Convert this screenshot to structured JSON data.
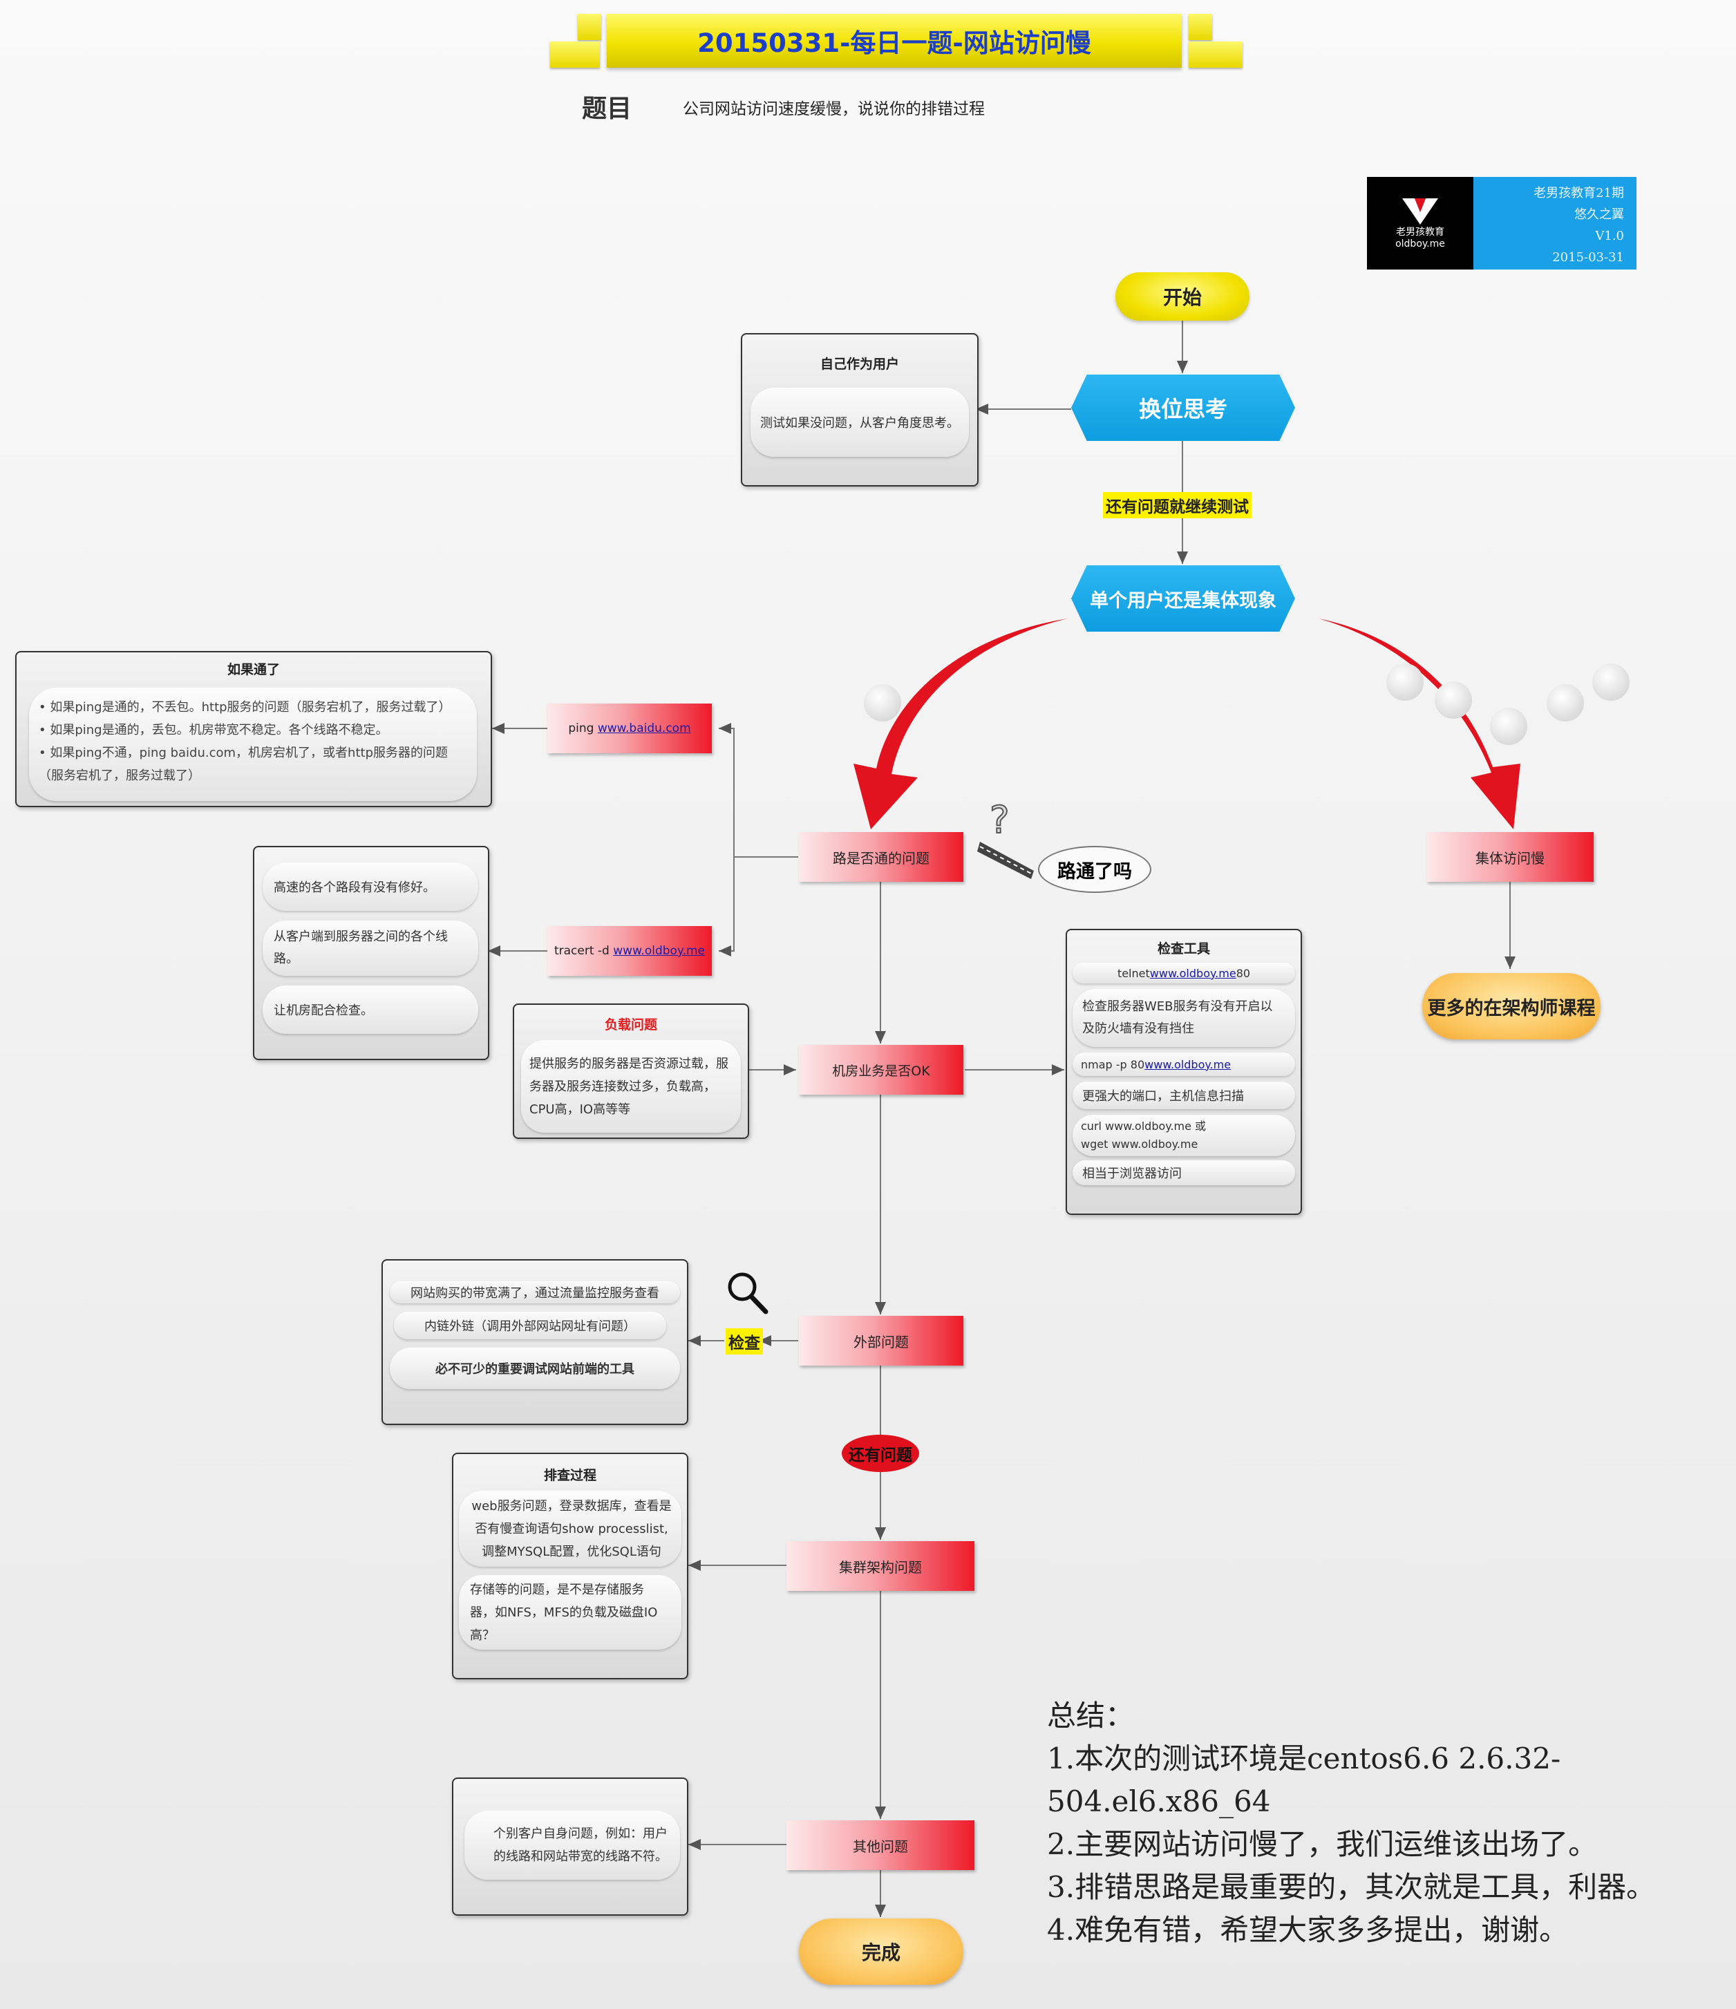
{
  "title": "20150331-每日一题-网站访问慢",
  "question": {
    "label": "题目",
    "text": "公司网站访问速度缓慢，说说你的排错过程"
  },
  "logo": {
    "brand_cn": "老男孩教育",
    "brand_en": "oldboy.me",
    "info": [
      "老男孩教育21期",
      "悠久之翼",
      "V1.0",
      "2015-03-31"
    ]
  },
  "flow": {
    "start": "开始",
    "swap": "换位思考",
    "continue_label": "还有问题就继续测试",
    "single_or_group": "单个用户还是集体现象",
    "route": "路是否通的问题",
    "route_question": "路通了吗",
    "machine": "机房业务是否OK",
    "external": "外部问题",
    "check_label": "检查",
    "still_problem": "还有问题",
    "cluster": "集群架构问题",
    "other": "其他问题",
    "done": "完成",
    "group_slow": "集体访问慢",
    "more_course": "更多的在架构师课程"
  },
  "self_user": {
    "title": "自己作为用户",
    "text": "测试如果没问题，从客户角度思考。"
  },
  "ping": {
    "prefix": "ping ",
    "link": "www.baidu.com"
  },
  "tracert": {
    "prefix": "tracert -d ",
    "link": "www.oldboy.me"
  },
  "if_ok": {
    "title": "如果通了",
    "lines": [
      "如果ping是通的，不丢包。http服务的问题（服务宕机了，服务过载了）",
      "如果ping是通的，丢包。机房带宽不稳定。各个线路不稳定。",
      "如果ping不通，ping baidu.com，机房宕机了，或者http服务器的问题",
      "（服务宕机了，服务过载了）"
    ]
  },
  "route_notes": [
    "高速的各个路段有没有修好。",
    "从客户端到服务器之间的各个线路。",
    "让机房配合检查。"
  ],
  "load": {
    "title": "负载问题",
    "text": "提供服务的服务器是否资源过载，服务器及服务连接数过多，负载高，CPU高，IO高等等"
  },
  "tools": {
    "title": "检查工具",
    "telnet": {
      "prefix": "telnet ",
      "link": "www.oldboy.me",
      "suffix": " 80"
    },
    "check_web": "检查服务器WEB服务有没有开启以及防火墙有没有挡住",
    "nmap": {
      "prefix": "nmap -p 80 ",
      "link": "www.oldboy.me "
    },
    "scan": "更强大的端口，主机信息扫描",
    "curl": "curl www.oldboy.me 或",
    "wget": "wget www.oldboy.me",
    "browser": "相当于浏览器访问"
  },
  "external_notes": [
    "网站购买的带宽满了，通过流量监控服务查看",
    "内链外链（调用外部网站网址有问题）",
    "必不可少的重要调试网站前端的工具"
  ],
  "debug": {
    "title": "排查过程",
    "web": "web服务问题，登录数据库，查看是否有慢查询语句show processlist,调整MYSQL配置，优化SQL语句",
    "storage": "存储等的问题，是不是存储服务器，如NFS，MFS的负载及磁盘IO高？"
  },
  "other_note": "个别客户自身问题，例如：用户的线路和网站带宽的线路不符。",
  "summary": {
    "heading": "总结：",
    "items": [
      "1.本次的测试环境是centos6.6 2.6.32-504.el6.x86_64",
      "2.主要网站访问慢了，我们运维该出场了。",
      "3.排错思路是最重要的，其次就是工具，利器。",
      "4.难免有错，希望大家多多提出，谢谢。"
    ]
  },
  "colors": {
    "banner": "#f2e200",
    "title_text": "#1d3fc8",
    "hex_blue": "#0d9de0",
    "red_box": "#ee1a2a",
    "orange_pill": "#fbc35a"
  }
}
